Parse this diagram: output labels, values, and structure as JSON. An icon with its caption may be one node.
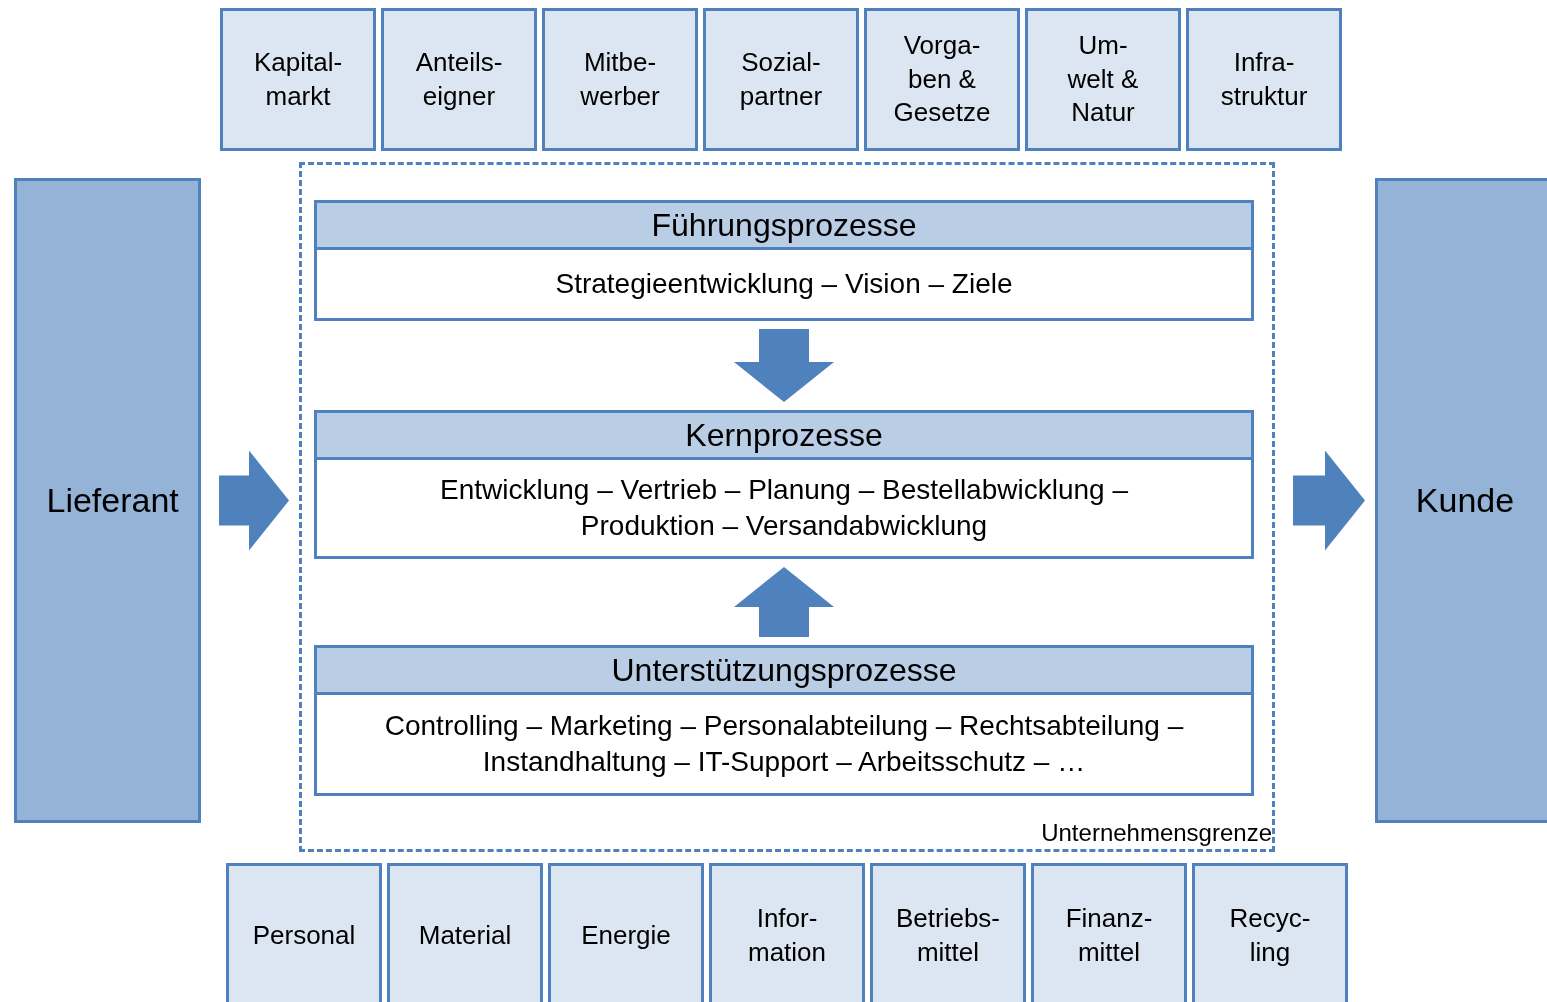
{
  "diagram": {
    "nodes": [
      {
        "text": [
          "Kapital- markt"
        ]
      },
      {
        "text": [
          "Anteils- eigner"
        ]
      },
      {
        "text": [
          "Mitbe- werber"
        ]
      },
      {
        "text": [
          "Sozial- partner"
        ]
      },
      {
        "text": [
          "Vorga- ben & Gesetze"
        ]
      },
      {
        "text": [
          "Um- welt & Natur"
        ]
      },
      {
        "text": [
          "Infra- struktur"
        ]
      },
      {
        "text": [
          "Lieferant"
        ]
      },
      {
        "text": [
          "Unternehmensgrenze"
        ]
      },
      {
        "text": [
          "Führungsprozesse",
          "Strategieentwicklung – Vision – Ziele"
        ],
        "in": 8
      },
      {
        "text": [
          "Kernprozesse",
          "Entwicklung – Vertrieb – Planung – Bestellabwicklung – Produktion – Versandabwicklung"
        ],
        "in": 8
      },
      {
        "text": [
          "Unterstützungsprozesse",
          "Controlling – Marketing – Personalabteilung – Rechtsabteilung – Instandhaltung – IT-Support – Arbeitsschutz – …"
        ],
        "in": 8
      },
      {
        "text": [
          "Kunde"
        ]
      },
      {
        "text": [
          "Personal"
        ]
      },
      {
        "text": [
          "Material"
        ]
      },
      {
        "text": [
          "Energie"
        ]
      },
      {
        "text": [
          "Infor- mation"
        ]
      },
      {
        "text": [
          "Betriebs- mittel"
        ]
      },
      {
        "text": [
          "Finanz- mittel"
        ]
      },
      {
        "text": [
          "Recyc- ling"
        ]
      }
    ],
    "edges": [
      {
        "from": 9,
        "to": 10,
        "arrow": "to"
      },
      {
        "from": 11,
        "to": 10,
        "arrow": "to"
      },
      {
        "from": 7,
        "to": 8,
        "arrow": "to"
      },
      {
        "from": 8,
        "to": 12,
        "arrow": "to"
      }
    ]
  }
}
